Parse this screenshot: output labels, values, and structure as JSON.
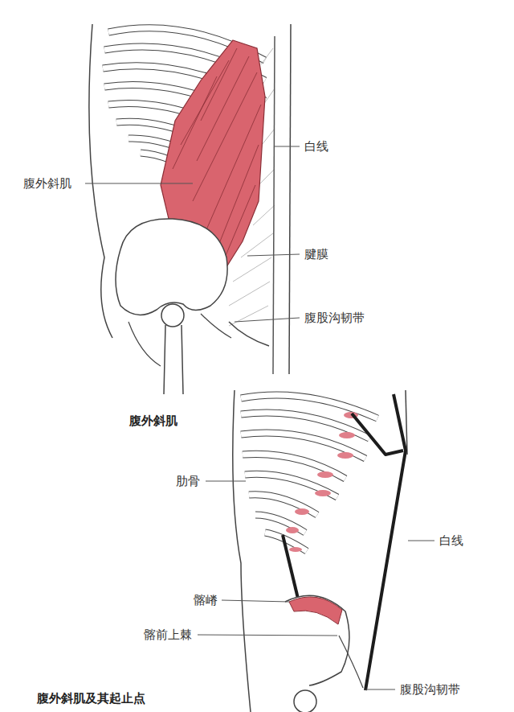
{
  "diagram": {
    "labels": [
      "腹外斜肌",
      "白线",
      "腱膜",
      "腹股沟韧带",
      "腹外斜肌",
      "肋骨",
      "白线",
      "髂嵴",
      "髂前上棘",
      "腹股沟韧带",
      "腹外斜肌及其起止点"
    ]
  }
}
